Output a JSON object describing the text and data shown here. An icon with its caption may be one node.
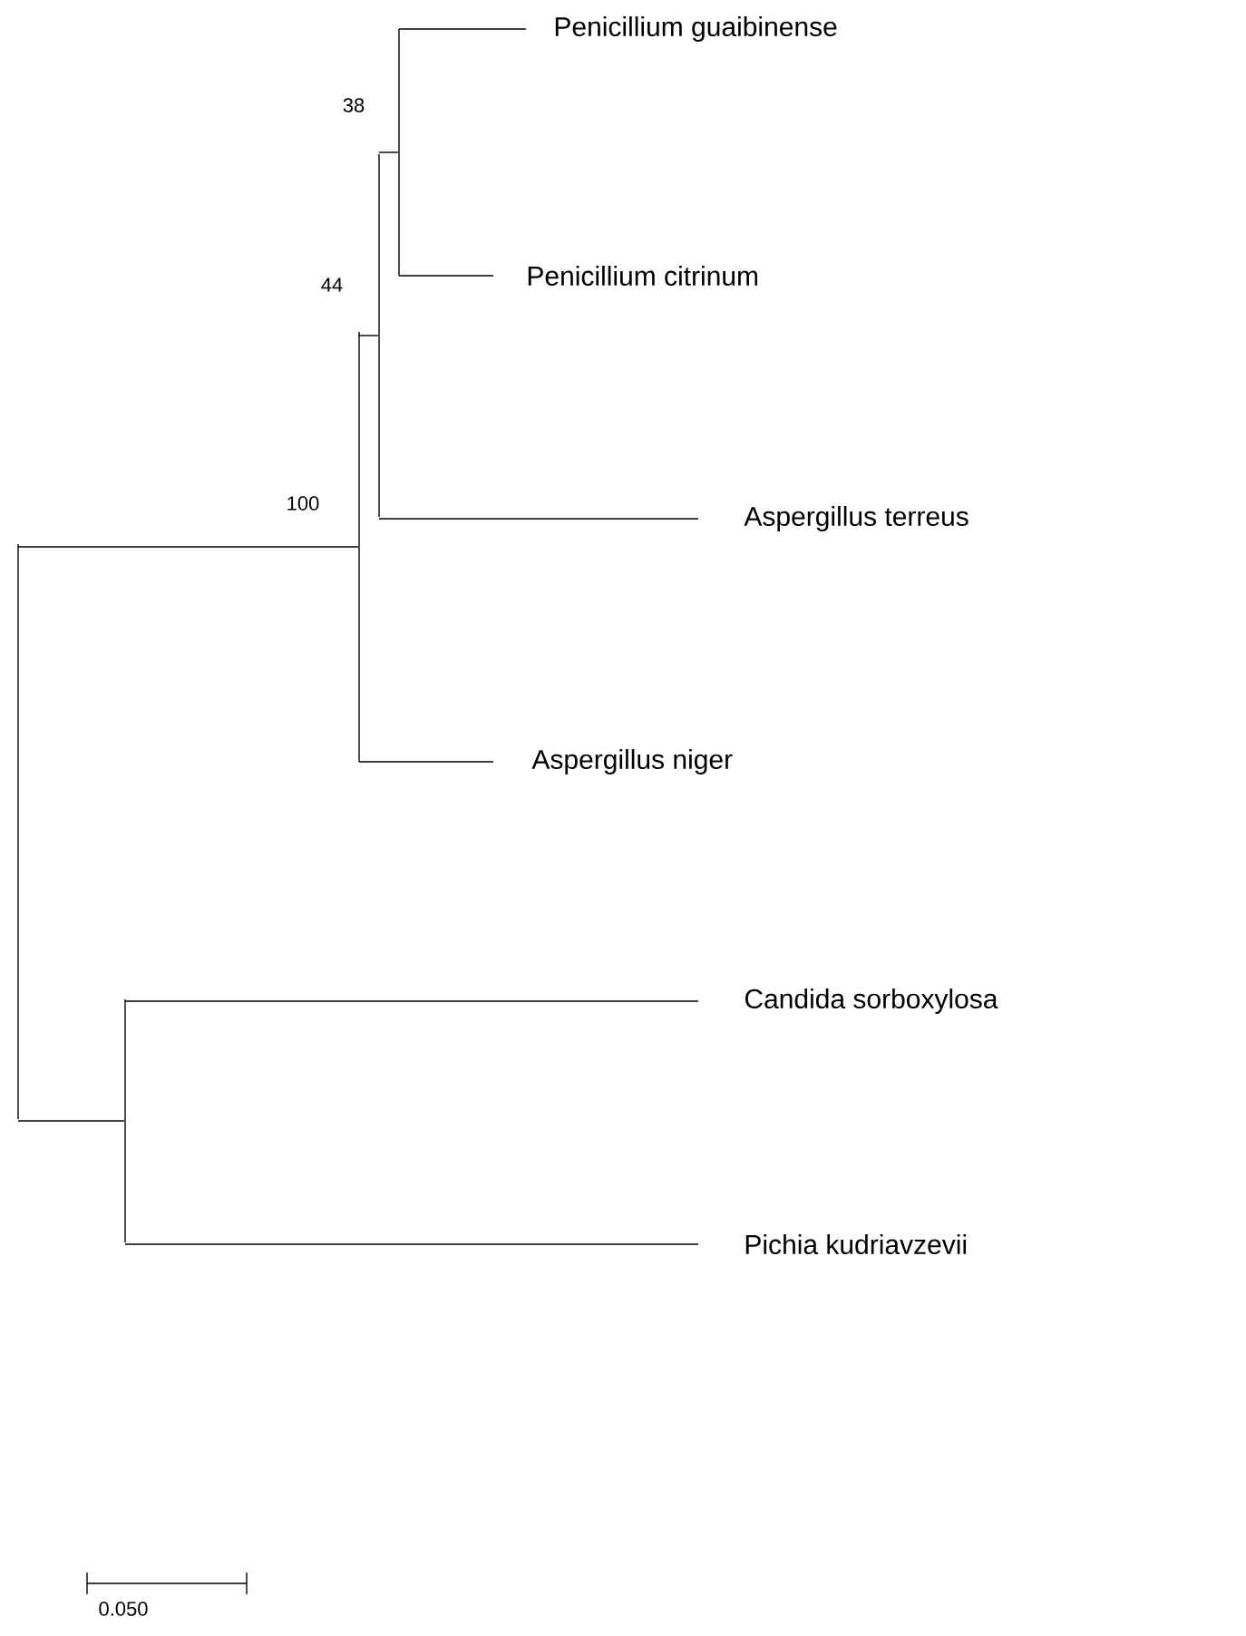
{
  "diagram": {
    "nodes": [
      {
        "text": [
          "Penicillium guaibinense"
        ]
      },
      {
        "text": [
          "Penicillium citrinum"
        ]
      },
      {
        "text": [
          "Aspergillus terreus"
        ]
      },
      {
        "text": [
          "Aspergillus niger"
        ]
      },
      {
        "text": [
          "Candida sorboxylosa"
        ]
      },
      {
        "text": [
          "Pichia kudriavzevii"
        ]
      },
      {
        "text": [],
        "shape": "bar"
      },
      {
        "text": [],
        "shape": "bar",
        "beside": [
          "100"
        ]
      },
      {
        "text": [],
        "shape": "bar",
        "beside": [
          "44"
        ]
      },
      {
        "text": [],
        "shape": "bar",
        "beside": [
          "38"
        ]
      },
      {
        "text": [],
        "shape": "bar"
      }
    ],
    "edges": [
      {
        "from": 6,
        "to": 7,
        "arrow": "none"
      },
      {
        "from": 6,
        "to": 10,
        "arrow": "none"
      },
      {
        "from": 7,
        "to": 8,
        "arrow": "none"
      },
      {
        "from": 7,
        "to": 3,
        "arrow": "none"
      },
      {
        "from": 8,
        "to": 9,
        "arrow": "none"
      },
      {
        "from": 8,
        "to": 2,
        "arrow": "none"
      },
      {
        "from": 9,
        "to": 0,
        "arrow": "none"
      },
      {
        "from": 9,
        "to": 1,
        "arrow": "none"
      },
      {
        "from": 10,
        "to": 4,
        "arrow": "none"
      },
      {
        "from": 10,
        "to": 5,
        "arrow": "none"
      }
    ],
    "labels": [
      "0.050"
    ]
  }
}
